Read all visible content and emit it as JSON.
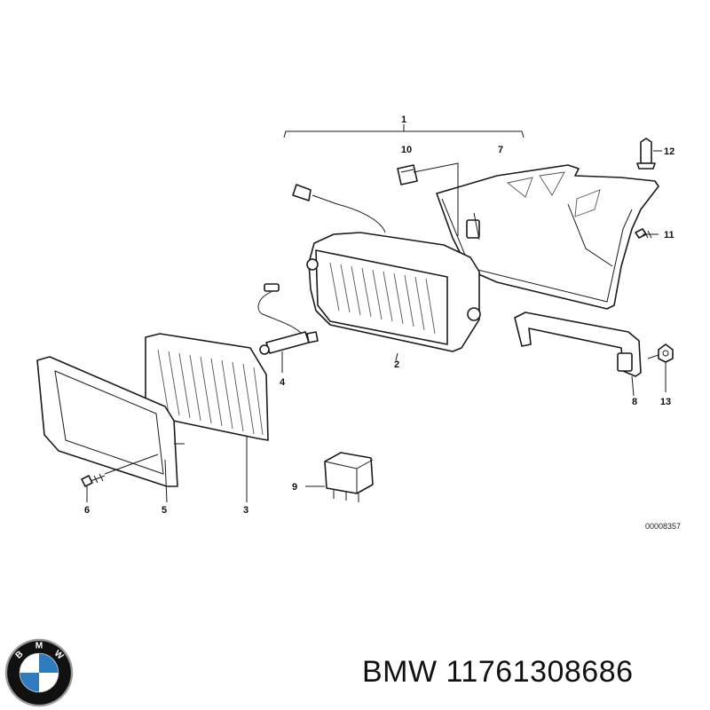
{
  "diagram": {
    "callouts": {
      "c1": "1",
      "c2": "2",
      "c3": "3",
      "c4": "4",
      "c5": "5",
      "c6": "6",
      "c7": "7",
      "c8": "8",
      "c9": "9",
      "c10": "10",
      "c11": "11",
      "c12": "12",
      "c13": "13"
    },
    "drawing_code": "00008357"
  },
  "caption": {
    "brand": "BMW",
    "part_number": "11761308686"
  },
  "logo": {
    "icon": "bmw-roundel-icon",
    "letters": [
      "B",
      "M",
      "W"
    ],
    "colors": {
      "blue": "#2f7bbf",
      "white": "#ffffff",
      "ring": "#111111",
      "chrome": "#9a9a9a"
    }
  }
}
